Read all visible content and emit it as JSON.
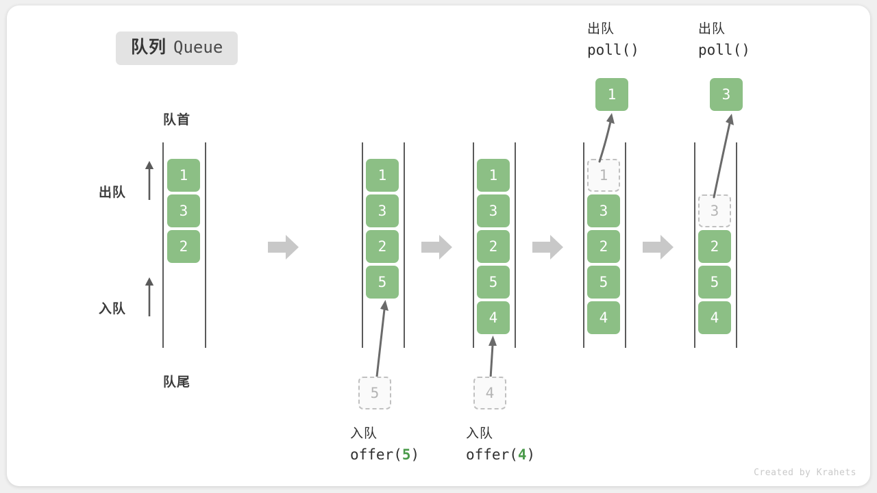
{
  "title": {
    "cn": "队列",
    "en": "Queue"
  },
  "labels": {
    "head": "队首",
    "tail": "队尾",
    "dequeue": "出队",
    "enqueue": "入队"
  },
  "colors": {
    "cell_fill": "#8cbf85",
    "cell_text": "#ffffff",
    "ghost_border": "#c0c0c0",
    "ghost_text": "#b4b4b4",
    "rail": "#5a5a5a",
    "step_arrow": "#c8c8c8",
    "accent_number": "#4a9a4a",
    "badge_bg": "#e3e3e3"
  },
  "columns": [
    {
      "name": "initial-queue",
      "cells": [
        {
          "value": "1",
          "state": "filled"
        },
        {
          "value": "3",
          "state": "filled"
        },
        {
          "value": "2",
          "state": "filled"
        }
      ]
    },
    {
      "name": "after-offer-5",
      "cells": [
        {
          "value": "1",
          "state": "filled"
        },
        {
          "value": "3",
          "state": "filled"
        },
        {
          "value": "2",
          "state": "filled"
        },
        {
          "value": "5",
          "state": "filled"
        }
      ]
    },
    {
      "name": "after-offer-4",
      "cells": [
        {
          "value": "1",
          "state": "filled"
        },
        {
          "value": "3",
          "state": "filled"
        },
        {
          "value": "2",
          "state": "filled"
        },
        {
          "value": "5",
          "state": "filled"
        },
        {
          "value": "4",
          "state": "filled"
        }
      ]
    },
    {
      "name": "poll-1",
      "cells": [
        {
          "value": "1",
          "state": "ghost"
        },
        {
          "value": "3",
          "state": "filled"
        },
        {
          "value": "2",
          "state": "filled"
        },
        {
          "value": "5",
          "state": "filled"
        },
        {
          "value": "4",
          "state": "filled"
        }
      ]
    },
    {
      "name": "poll-3",
      "cells": [
        {
          "value": "",
          "state": "empty"
        },
        {
          "value": "3",
          "state": "ghost"
        },
        {
          "value": "2",
          "state": "filled"
        },
        {
          "value": "5",
          "state": "filled"
        },
        {
          "value": "4",
          "state": "filled"
        }
      ]
    }
  ],
  "operations": {
    "offer_5": {
      "line1": "入队",
      "call_prefix": "offer(",
      "value": "5",
      "call_suffix": ")",
      "ghost_value": "5"
    },
    "offer_4": {
      "line1": "入队",
      "call_prefix": "offer(",
      "value": "4",
      "call_suffix": ")",
      "ghost_value": "4"
    },
    "poll_1": {
      "line1": "出队",
      "call": "poll()",
      "popped_value": "1"
    },
    "poll_3": {
      "line1": "出队",
      "call": "poll()",
      "popped_value": "3"
    }
  },
  "credit": "Created by Krahets"
}
